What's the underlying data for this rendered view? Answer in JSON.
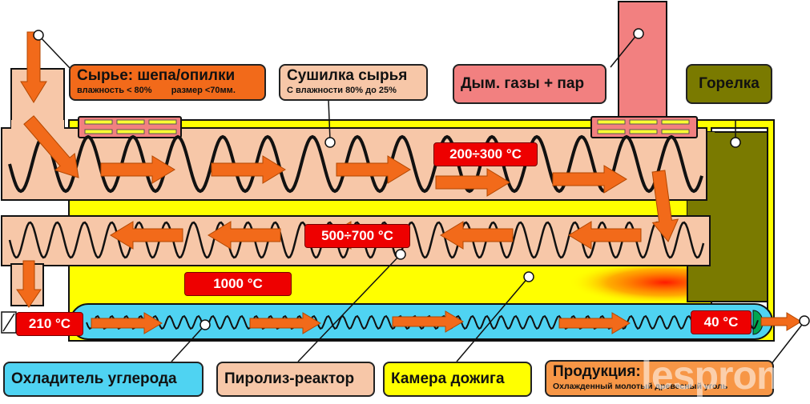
{
  "colors": {
    "dryer": "#f7c7a8",
    "reactor": "#f7c7a8",
    "chamber": "#ffff00",
    "cooler": "#4fd3f2",
    "burner": "#7a7a00",
    "chimney": "#f28080",
    "arrow": "#f26a1a",
    "temp_box": "#ee0000",
    "raw_label": "#f26a1a",
    "product_label": "#f79646"
  },
  "labels": {
    "raw": {
      "title": "Сырье: шепа/опилки",
      "sub_moisture": "влажность < 80%",
      "sub_size": "размер <70мм."
    },
    "dryer": {
      "title": "Сушилка сырья",
      "sub": "С влажности  80%  до  25%"
    },
    "gases": {
      "title": "Дым. газы + пар"
    },
    "burner": {
      "title": "Горелка"
    },
    "cooler": {
      "title": "Охладитель углерода"
    },
    "reactor": {
      "title": "Пиролиз-реактор"
    },
    "chamber": {
      "title": "Камера дожига"
    },
    "product": {
      "title": "Продукция:",
      "sub": "Охлажденный молотый древесный уголь"
    }
  },
  "temperatures": {
    "dryer": "200÷300 °C",
    "reactor": "500÷700 °C",
    "chamber": "1000 °C",
    "cooler_in": "210 °C",
    "cooler_out": "40 °C"
  },
  "watermark": "lesprom"
}
